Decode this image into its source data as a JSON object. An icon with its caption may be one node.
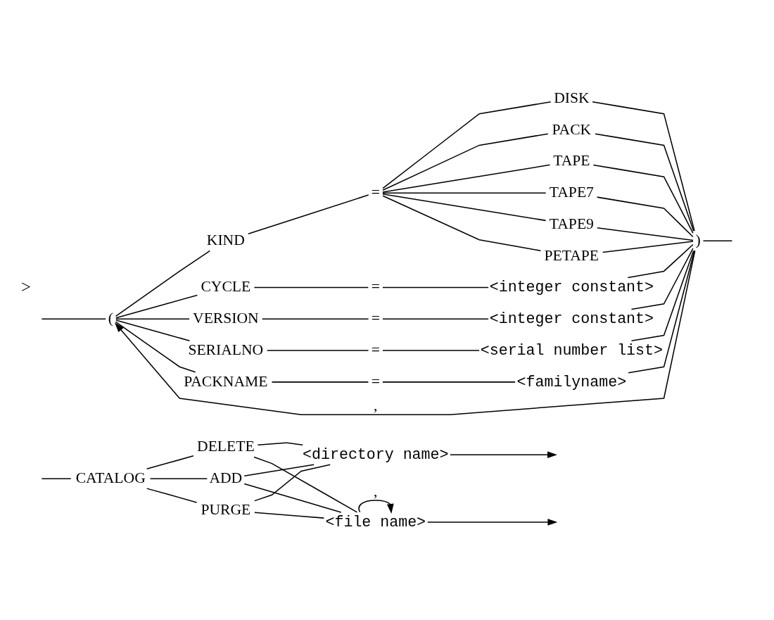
{
  "diagram": {
    "nodes": [
      {
        "text": [
          "CATALOG"
        ]
      },
      {
        "text": [
          "ADD"
        ]
      },
      {
        "text": [
          "DELETE"
        ]
      },
      {
        "text": [
          "PURGE"
        ]
      },
      {
        "text": [
          "<file name>"
        ]
      },
      {
        "text": [
          "<directory name>"
        ]
      },
      {
        "text": [
          "("
        ]
      },
      {
        "text": [
          "KIND"
        ]
      },
      {
        "text": [
          "="
        ]
      },
      {
        "text": [
          "DISK"
        ]
      },
      {
        "text": [
          "PACK"
        ]
      },
      {
        "text": [
          "TAPE"
        ]
      },
      {
        "text": [
          "TAPE7"
        ]
      },
      {
        "text": [
          "TAPE9"
        ]
      },
      {
        "text": [
          "PETAPE"
        ]
      },
      {
        "text": [
          "CYCLE"
        ]
      },
      {
        "text": [
          "="
        ]
      },
      {
        "text": [
          "<integer constant>"
        ]
      },
      {
        "text": [
          "VERSION"
        ]
      },
      {
        "text": [
          "="
        ]
      },
      {
        "text": [
          "<integer constant>"
        ]
      },
      {
        "text": [
          "SERIALNO"
        ]
      },
      {
        "text": [
          "="
        ]
      },
      {
        "text": [
          "<serial number list>"
        ]
      },
      {
        "text": [
          "PACKNAME"
        ]
      },
      {
        "text": [
          "="
        ]
      },
      {
        "text": [
          "<familyname>"
        ]
      },
      {
        "text": [
          ")"
        ]
      }
    ],
    "edges": [
      {
        "from": null,
        "to": 0,
        "arrow": "none"
      },
      {
        "from": 0,
        "to": 1,
        "arrow": "none"
      },
      {
        "from": 0,
        "to": 2,
        "arrow": "none"
      },
      {
        "from": 0,
        "to": 3,
        "arrow": "none"
      },
      {
        "from": 1,
        "to": 4,
        "arrow": "none"
      },
      {
        "from": 1,
        "to": 5,
        "arrow": "none"
      },
      {
        "from": 2,
        "to": 4,
        "arrow": "none"
      },
      {
        "from": 2,
        "to": 5,
        "arrow": "none"
      },
      {
        "from": 3,
        "to": 4,
        "arrow": "none"
      },
      {
        "from": 3,
        "to": 5,
        "arrow": "none"
      },
      {
        "from": 4,
        "to": 4,
        "label": ",",
        "arrow": "to"
      },
      {
        "from": 4,
        "to": null,
        "arrow": "to"
      },
      {
        "from": 5,
        "to": null,
        "arrow": "to"
      },
      {
        "from": null,
        "to": 6,
        "arrow": "none"
      },
      {
        "from": 6,
        "to": 7,
        "arrow": "none"
      },
      {
        "from": 6,
        "to": 15,
        "arrow": "none"
      },
      {
        "from": 6,
        "to": 18,
        "arrow": "none"
      },
      {
        "from": 6,
        "to": 21,
        "arrow": "none"
      },
      {
        "from": 6,
        "to": 24,
        "arrow": "none"
      },
      {
        "from": 7,
        "to": 8,
        "arrow": "none"
      },
      {
        "from": 8,
        "to": 9,
        "arrow": "none"
      },
      {
        "from": 8,
        "to": 10,
        "arrow": "none"
      },
      {
        "from": 8,
        "to": 11,
        "arrow": "none"
      },
      {
        "from": 8,
        "to": 12,
        "arrow": "none"
      },
      {
        "from": 8,
        "to": 13,
        "arrow": "none"
      },
      {
        "from": 8,
        "to": 14,
        "arrow": "none"
      },
      {
        "from": 9,
        "to": 27,
        "arrow": "none"
      },
      {
        "from": 10,
        "to": 27,
        "arrow": "none"
      },
      {
        "from": 11,
        "to": 27,
        "arrow": "none"
      },
      {
        "from": 12,
        "to": 27,
        "arrow": "none"
      },
      {
        "from": 13,
        "to": 27,
        "arrow": "none"
      },
      {
        "from": 14,
        "to": 27,
        "arrow": "none"
      },
      {
        "from": 15,
        "to": 16,
        "arrow": "none"
      },
      {
        "from": 16,
        "to": 17,
        "arrow": "none"
      },
      {
        "from": 17,
        "to": 27,
        "arrow": "none"
      },
      {
        "from": 18,
        "to": 19,
        "arrow": "none"
      },
      {
        "from": 19,
        "to": 20,
        "arrow": "none"
      },
      {
        "from": 20,
        "to": 27,
        "arrow": "none"
      },
      {
        "from": 21,
        "to": 22,
        "arrow": "none"
      },
      {
        "from": 22,
        "to": 23,
        "arrow": "none"
      },
      {
        "from": 23,
        "to": 27,
        "arrow": "none"
      },
      {
        "from": 24,
        "to": 25,
        "arrow": "none"
      },
      {
        "from": 25,
        "to": 26,
        "arrow": "none"
      },
      {
        "from": 26,
        "to": 27,
        "arrow": "none"
      },
      {
        "from": 27,
        "to": 6,
        "label": ",",
        "arrow": "to"
      },
      {
        "from": 27,
        "to": null,
        "arrow": "none"
      }
    ],
    "labels": [
      ">"
    ]
  }
}
